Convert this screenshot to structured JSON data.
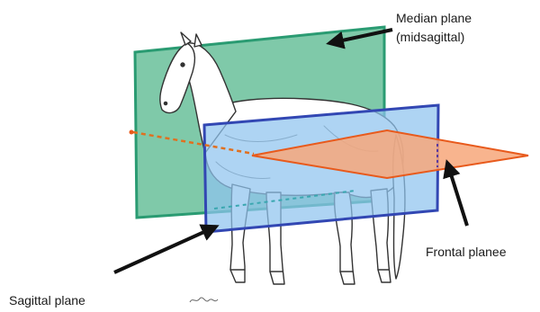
{
  "labels": {
    "median_line1": "Median plane",
    "median_line2": "(midsagittal)",
    "frontal": "Frontal planee",
    "sagittal": "Sagittal plane"
  },
  "colors": {
    "median_plane_fill": "#71c3a0",
    "median_plane_edge": "#2a9b72",
    "sagittal_plane_fill": "#8fc3ee",
    "sagittal_plane_edge": "#3247b3",
    "frontal_plane_fill": "#f7a77a",
    "frontal_plane_edge": "#e85a1c",
    "arrow": "#111111",
    "horse_line": "#333333"
  },
  "icons": {
    "subject": "horse-illustration",
    "pointers": "arrow-icon"
  }
}
